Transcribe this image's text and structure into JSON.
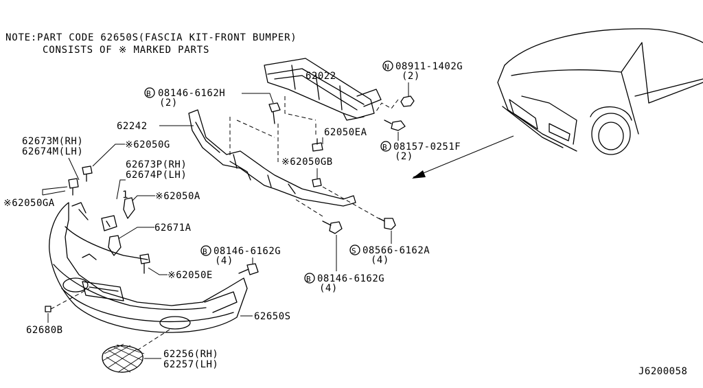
{
  "note": {
    "line1": "NOTE:PART CODE 62650S(FASCIA KIT-FRONT BUMPER)",
    "line2": "CONSISTS OF ※ MARKED PARTS"
  },
  "labels": {
    "p62022": "62022",
    "n08911": "08911-1402G",
    "n08911_qty": "(2)",
    "b08146h": "08146-6162H",
    "b08146h_qty": "(2)",
    "p62242": "62242",
    "p62050ea": "62050EA",
    "b08157": "08157-0251F",
    "b08157_qty": "(2)",
    "p62673m": "62673M(RH)",
    "p62674m": "62674M(LH)",
    "p62050g": "※62050G",
    "p62673p": "62673P(RH)",
    "p62674p": "62674P(LH)",
    "p62050gb": "※62050GB",
    "p62050ga": "※62050GA",
    "p62050a": "※62050A",
    "p62671a": "62671A",
    "b08146g1": "08146-6162G",
    "b08146g1_qty": "(4)",
    "s08566": "08566-6162A",
    "s08566_qty": "(4)",
    "p62050e": "※62050E",
    "b08146g2": "08146-6162G",
    "b08146g2_qty": "(4)",
    "p62650s": "62650S",
    "p62680b": "62680B",
    "p62256": "62256(RH)",
    "p62257": "62257(LH)",
    "fig_code": "J6200058",
    "ref1": "1"
  },
  "symbols": {
    "bolt": "B",
    "nut": "N",
    "screw": "S"
  }
}
